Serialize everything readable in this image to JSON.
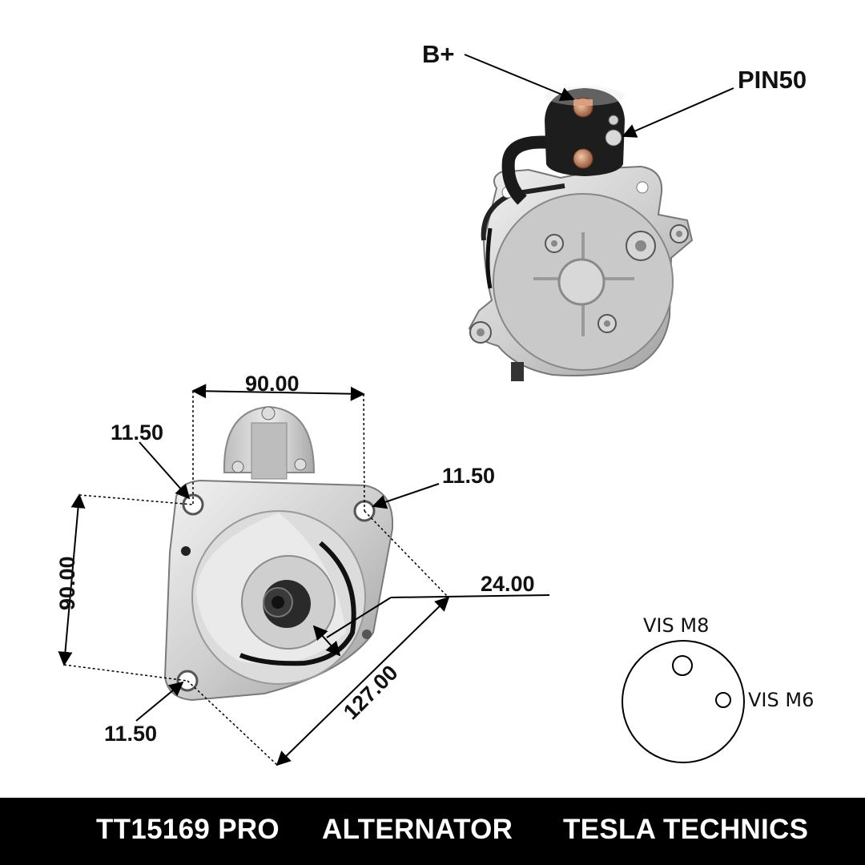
{
  "callouts": {
    "b_plus": "B+",
    "pin50": "PIN50"
  },
  "dimensions": {
    "top_width": "90.00",
    "left_height": "90.00",
    "hole_top_left": "11.50",
    "hole_top_right": "11.50",
    "hole_bottom_left": "11.50",
    "pinion": "24.00",
    "diagonal": "127.00"
  },
  "bolt_diagram": {
    "upper_hole": "VIS M8",
    "side_hole": "VIS M6"
  },
  "footer": {
    "part_number": "TT15169 PRO",
    "product_type": "ALTERNATOR",
    "brand": "TESLA TECHNICS"
  }
}
